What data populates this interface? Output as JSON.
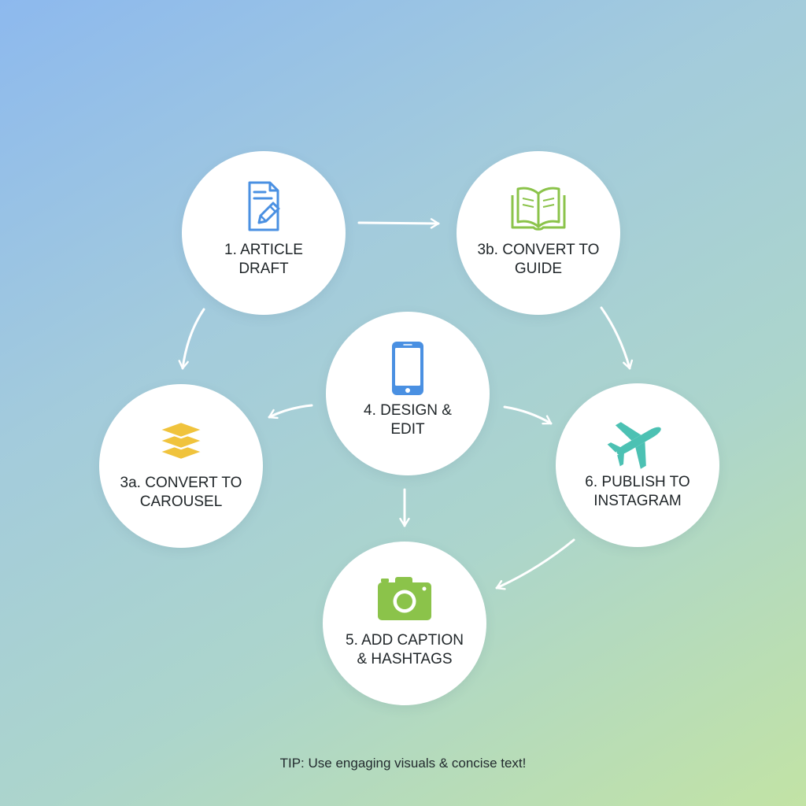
{
  "diagram": {
    "nodes": [
      {
        "id": "article-draft",
        "label": "1. ARTICLE\nDRAFT",
        "icon": "document-edit-icon",
        "icon_color": "#4a90e2"
      },
      {
        "id": "convert-guide",
        "label": "3b. CONVERT TO\nGUIDE",
        "icon": "open-book-icon",
        "icon_color": "#8bc34a"
      },
      {
        "id": "design-edit",
        "label": "4. DESIGN &\nEDIT",
        "icon": "smartphone-icon",
        "icon_color": "#4a90e2"
      },
      {
        "id": "convert-carousel",
        "label": "3a. CONVERT TO\nCAROUSEL",
        "icon": "layers-icon",
        "icon_color": "#f0c33c"
      },
      {
        "id": "publish-instagram",
        "label": "6. PUBLISH TO\nINSTAGRAM",
        "icon": "airplane-icon",
        "icon_color": "#4cc1b3"
      },
      {
        "id": "caption-hashtags",
        "label": "5. ADD CAPTION\n& HASHTAGS",
        "icon": "camera-icon",
        "icon_color": "#8bc34a"
      }
    ],
    "arrows": [
      {
        "from": "article-draft",
        "to": "convert-guide"
      },
      {
        "from": "article-draft",
        "to": "convert-carousel"
      },
      {
        "from": "convert-guide",
        "to": "publish-instagram"
      },
      {
        "from": "design-edit",
        "to": "convert-carousel"
      },
      {
        "from": "design-edit",
        "to": "publish-instagram"
      },
      {
        "from": "design-edit",
        "to": "caption-hashtags"
      },
      {
        "from": "publish-instagram",
        "to": "caption-hashtags"
      }
    ],
    "arrow_color": "#ffffff"
  },
  "tip": "TIP: Use engaging visuals & concise text!"
}
